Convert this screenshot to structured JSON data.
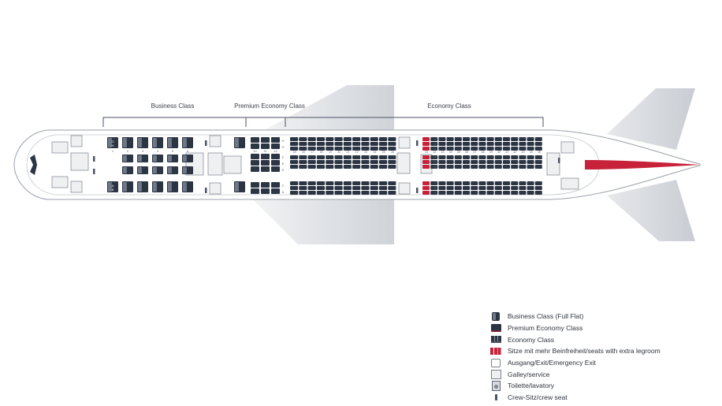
{
  "colors": {
    "business_seat": "#2c3544",
    "premium_seat": "#2c3544",
    "economy_seat": "#2c3544",
    "extra_legroom_seat": "#c7223a",
    "fuselage": "#ffffff",
    "wing": "#dfe2e6",
    "tail_stripe": "#c7223a"
  },
  "cabin_sections": [
    {
      "id": "business",
      "label": "Business Class"
    },
    {
      "id": "premium",
      "label": "Premium Economy Class"
    },
    {
      "id": "economy",
      "label": "Economy Class"
    }
  ],
  "business": {
    "rows": [
      "1",
      "2",
      "3",
      "4",
      "5",
      "6",
      "7",
      "8"
    ],
    "left_letters": [
      "G",
      "H"
    ],
    "center_letters": [
      "C",
      "D",
      "E"
    ],
    "right_letters": [
      "A",
      "B"
    ]
  },
  "premium": {
    "rows": [
      "10",
      "11",
      "12"
    ],
    "letters": [
      "H",
      "G",
      "F",
      "E",
      "D",
      "C",
      "A"
    ]
  },
  "economy": {
    "front_rows": [
      "15",
      "16",
      "17",
      "18",
      "19",
      "20",
      "21",
      "22",
      "23",
      "24",
      "25",
      "26"
    ],
    "rear_rows": [
      "31",
      "32",
      "33",
      "34",
      "35",
      "36",
      "37",
      "38",
      "39",
      "40",
      "41",
      "42",
      "43",
      "44",
      "45"
    ],
    "letters": [
      "K",
      "H",
      "G",
      "F",
      "E",
      "D",
      "C",
      "B",
      "A"
    ]
  },
  "legend": [
    {
      "icon": "business-seat-icon",
      "label": "Business Class (Full Flat)"
    },
    {
      "icon": "premium-seat-icon",
      "label": "Premium Economy Class"
    },
    {
      "icon": "economy-seat-icon",
      "label": "Economy Class"
    },
    {
      "icon": "extra-legroom-seat-icon",
      "label": "Sitze mit mehr Beinfreiheit/seats with extra legroom"
    },
    {
      "icon": "exit-icon",
      "label": "Ausgang/Exit/Emergency Exit"
    },
    {
      "icon": "galley-icon",
      "label": "Galley/service"
    },
    {
      "icon": "lavatory-icon",
      "label": "Toilette/lavatory"
    },
    {
      "icon": "crew-seat-icon",
      "label": "Crew-Sitz/crew seat"
    }
  ]
}
